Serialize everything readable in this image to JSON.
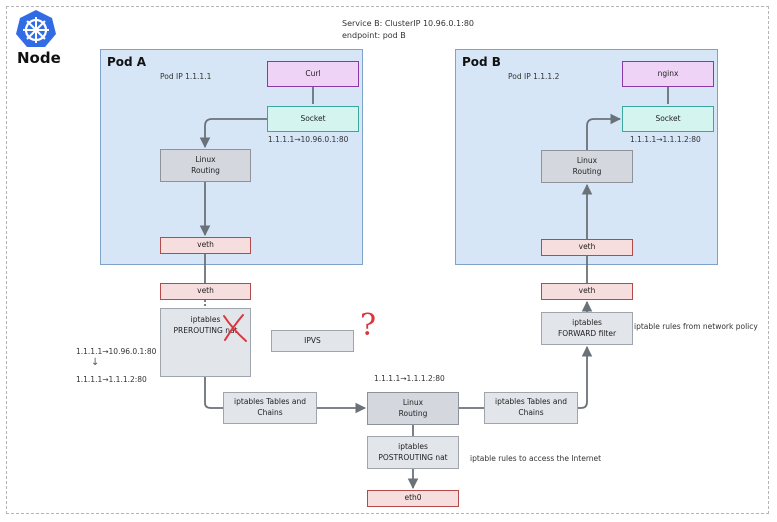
{
  "node": {
    "label": "Node",
    "icon": "kubernetes-helm-icon",
    "brand_color": "#326ce5"
  },
  "service": {
    "line1": "Service B: ClusterIP 10.96.0.1:80",
    "line2": "endpoint: pod B"
  },
  "pod_a": {
    "title": "Pod A",
    "ip": "Pod IP 1.1.1.1",
    "curl": "Curl",
    "socket": "Socket",
    "socket_note": "1.1.1.1→10.96.0.1:80",
    "routing": "Linux\nRouting",
    "veth": "veth"
  },
  "pod_b": {
    "title": "Pod B",
    "ip": "Pod IP 1.1.1.2",
    "nginx": "nginx",
    "socket": "Socket",
    "socket_note": "1.1.1.1→1.1.1.2:80",
    "routing": "Linux\nRouting",
    "veth": "veth"
  },
  "host": {
    "veth_a": "veth",
    "veth_b": "veth",
    "prerouting": "iptables\nPREROUTING nat",
    "ipvs": "IPVS",
    "question_mark": "?",
    "dnat_before": "1.1.1.1→10.96.0.1:80",
    "dnat_arrow": "↓",
    "dnat_after": "1.1.1.1→1.1.1.2:80",
    "chains_left": "iptables Tables and\nChains",
    "routing": "Linux\nRouting",
    "routing_note": "1.1.1.1→1.1.1.2:80",
    "chains_right": "iptables Tables and\nChains",
    "forward": "iptables\nFORWARD filter",
    "forward_note": "iptable rules from network policy",
    "postrouting": "iptables\nPOSTROUTING nat",
    "postrouting_note": "iptable rules to access the Internet",
    "eth0": "eth0"
  },
  "colors": {
    "pod_fill": "#d6e6f6",
    "cross_mark": "#d9363e",
    "arrow": "#6b7178"
  }
}
